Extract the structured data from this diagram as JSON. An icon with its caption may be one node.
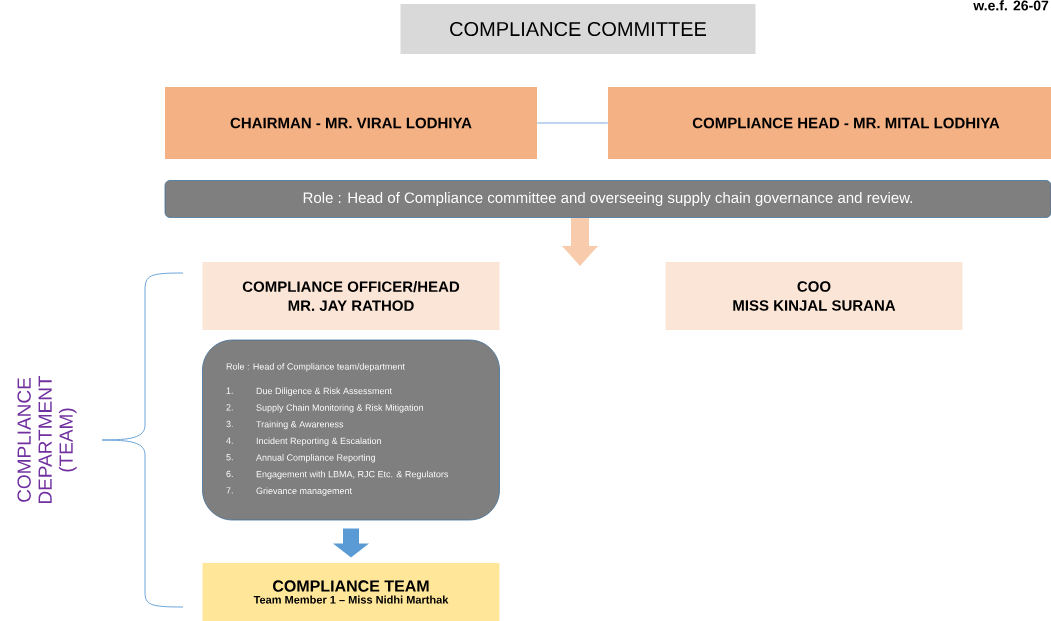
{
  "diagram": {
    "title": "COMPLIANCE COMMITTEE",
    "nodes": [
      {
        "text": [
          "CHAIRMAN - MR. VIRAL LODHIYA"
        ]
      },
      {
        "text": [
          "COMPLIANCE HEAD - MR. MITAL LODHIYA"
        ]
      },
      {
        "text": [
          "Role : Head of Compliance committee and overseeing supply chain governance and review."
        ]
      },
      {
        "text": [
          "COMPLIANCE OFFICER/HEAD",
          "MR. JAY RATHOD"
        ]
      },
      {
        "text": [
          "COO",
          "MISS KINJAL SURANA"
        ]
      },
      {
        "text": [
          "Role : Head of Compliance team/department",
          "1.",
          "Due Diligence & Risk Assessment",
          "2.",
          "Supply Chain Monitoring & Risk Mitigation",
          "3.",
          "Training & Awareness",
          "4.",
          "Incident Reporting & Escalation",
          "5.",
          "Annual Compliance Reporting",
          "6.",
          "Engagement with LBMA, RJC Etc. & Regulators",
          "7.",
          "Grievance management"
        ]
      },
      {
        "text": [
          "COMPLIANCE TEAM",
          "Team Member 1 – Miss Nidhi Marthak"
        ]
      }
    ],
    "edges": [
      {
        "from": 0,
        "to": 1,
        "arrow": "none"
      },
      {
        "from": 2,
        "to": null,
        "arrow": "to",
        "style": "thick",
        "color": "#f8cbad"
      },
      {
        "from": 5,
        "to": 6,
        "arrow": "to",
        "style": "thick"
      }
    ],
    "labels": [
      "w.e.f. 26-07",
      "COMPLIANCE DEPARTMENT (TEAM)"
    ]
  }
}
